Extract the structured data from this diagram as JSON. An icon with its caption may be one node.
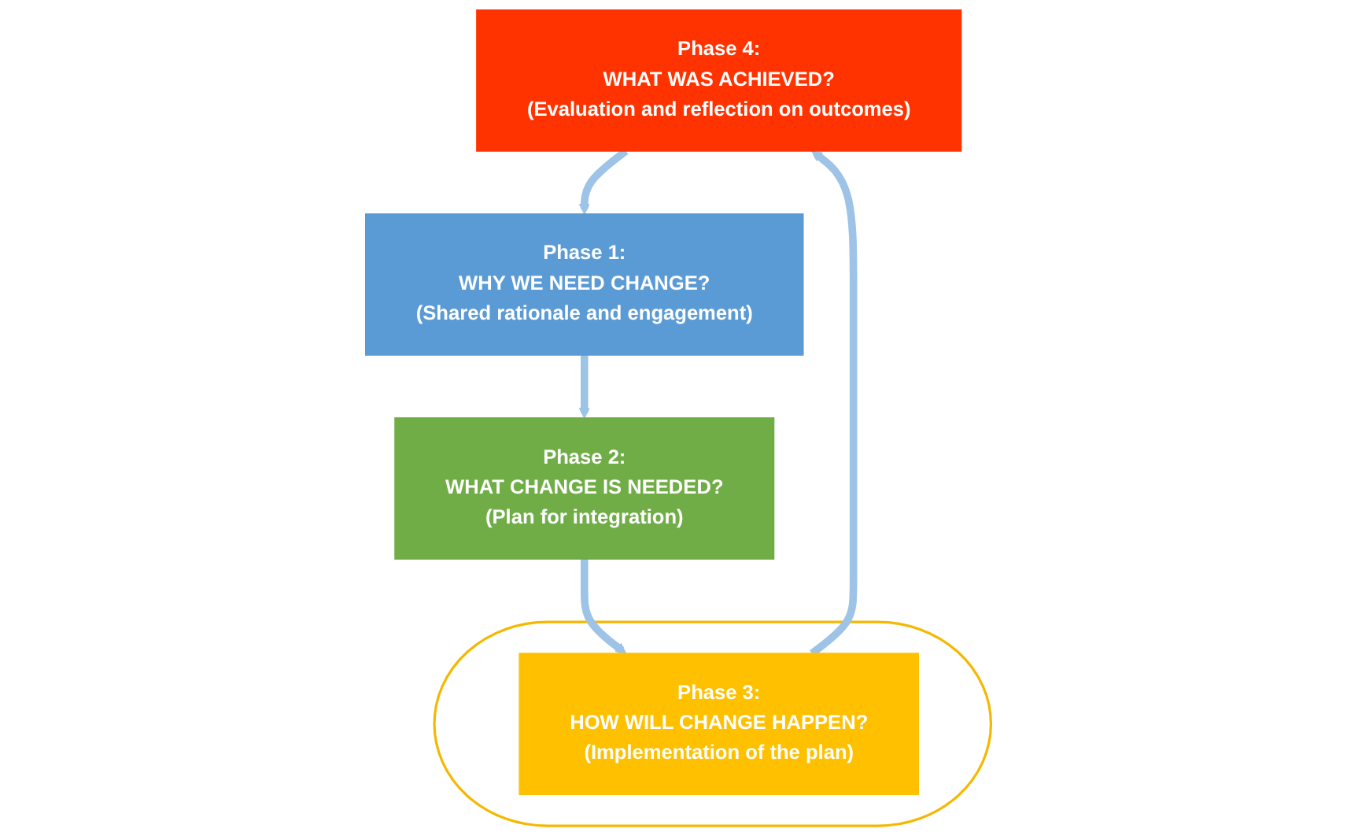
{
  "diagram": {
    "nodes": [
      {
        "text": [
          "Phase 4:",
          "WHAT WAS ACHIEVED?",
          "(Evaluation and reflection on outcomes)"
        ]
      },
      {
        "text": [],
        "shape": "ellipse"
      },
      {
        "text": [
          "Phase 3:",
          "HOW WILL CHANGE HAPPEN?",
          "(Implementation of the plan)"
        ],
        "in": 1
      },
      {
        "text": [
          "Phase 1:",
          "WHY WE NEED CHANGE?",
          "(Shared rationale and engagement)"
        ]
      },
      {
        "text": [
          "Phase 2:",
          "WHAT CHANGE IS NEEDED?",
          "(Plan for integration)"
        ]
      }
    ],
    "edges": [
      {
        "from": 3,
        "to": 4,
        "arrow": "to"
      },
      {
        "from": 4,
        "to": 2,
        "arrow": "to"
      },
      {
        "from": 2,
        "to": 0,
        "arrow": "to"
      },
      {
        "from": 0,
        "to": 3,
        "arrow": "to"
      }
    ]
  }
}
